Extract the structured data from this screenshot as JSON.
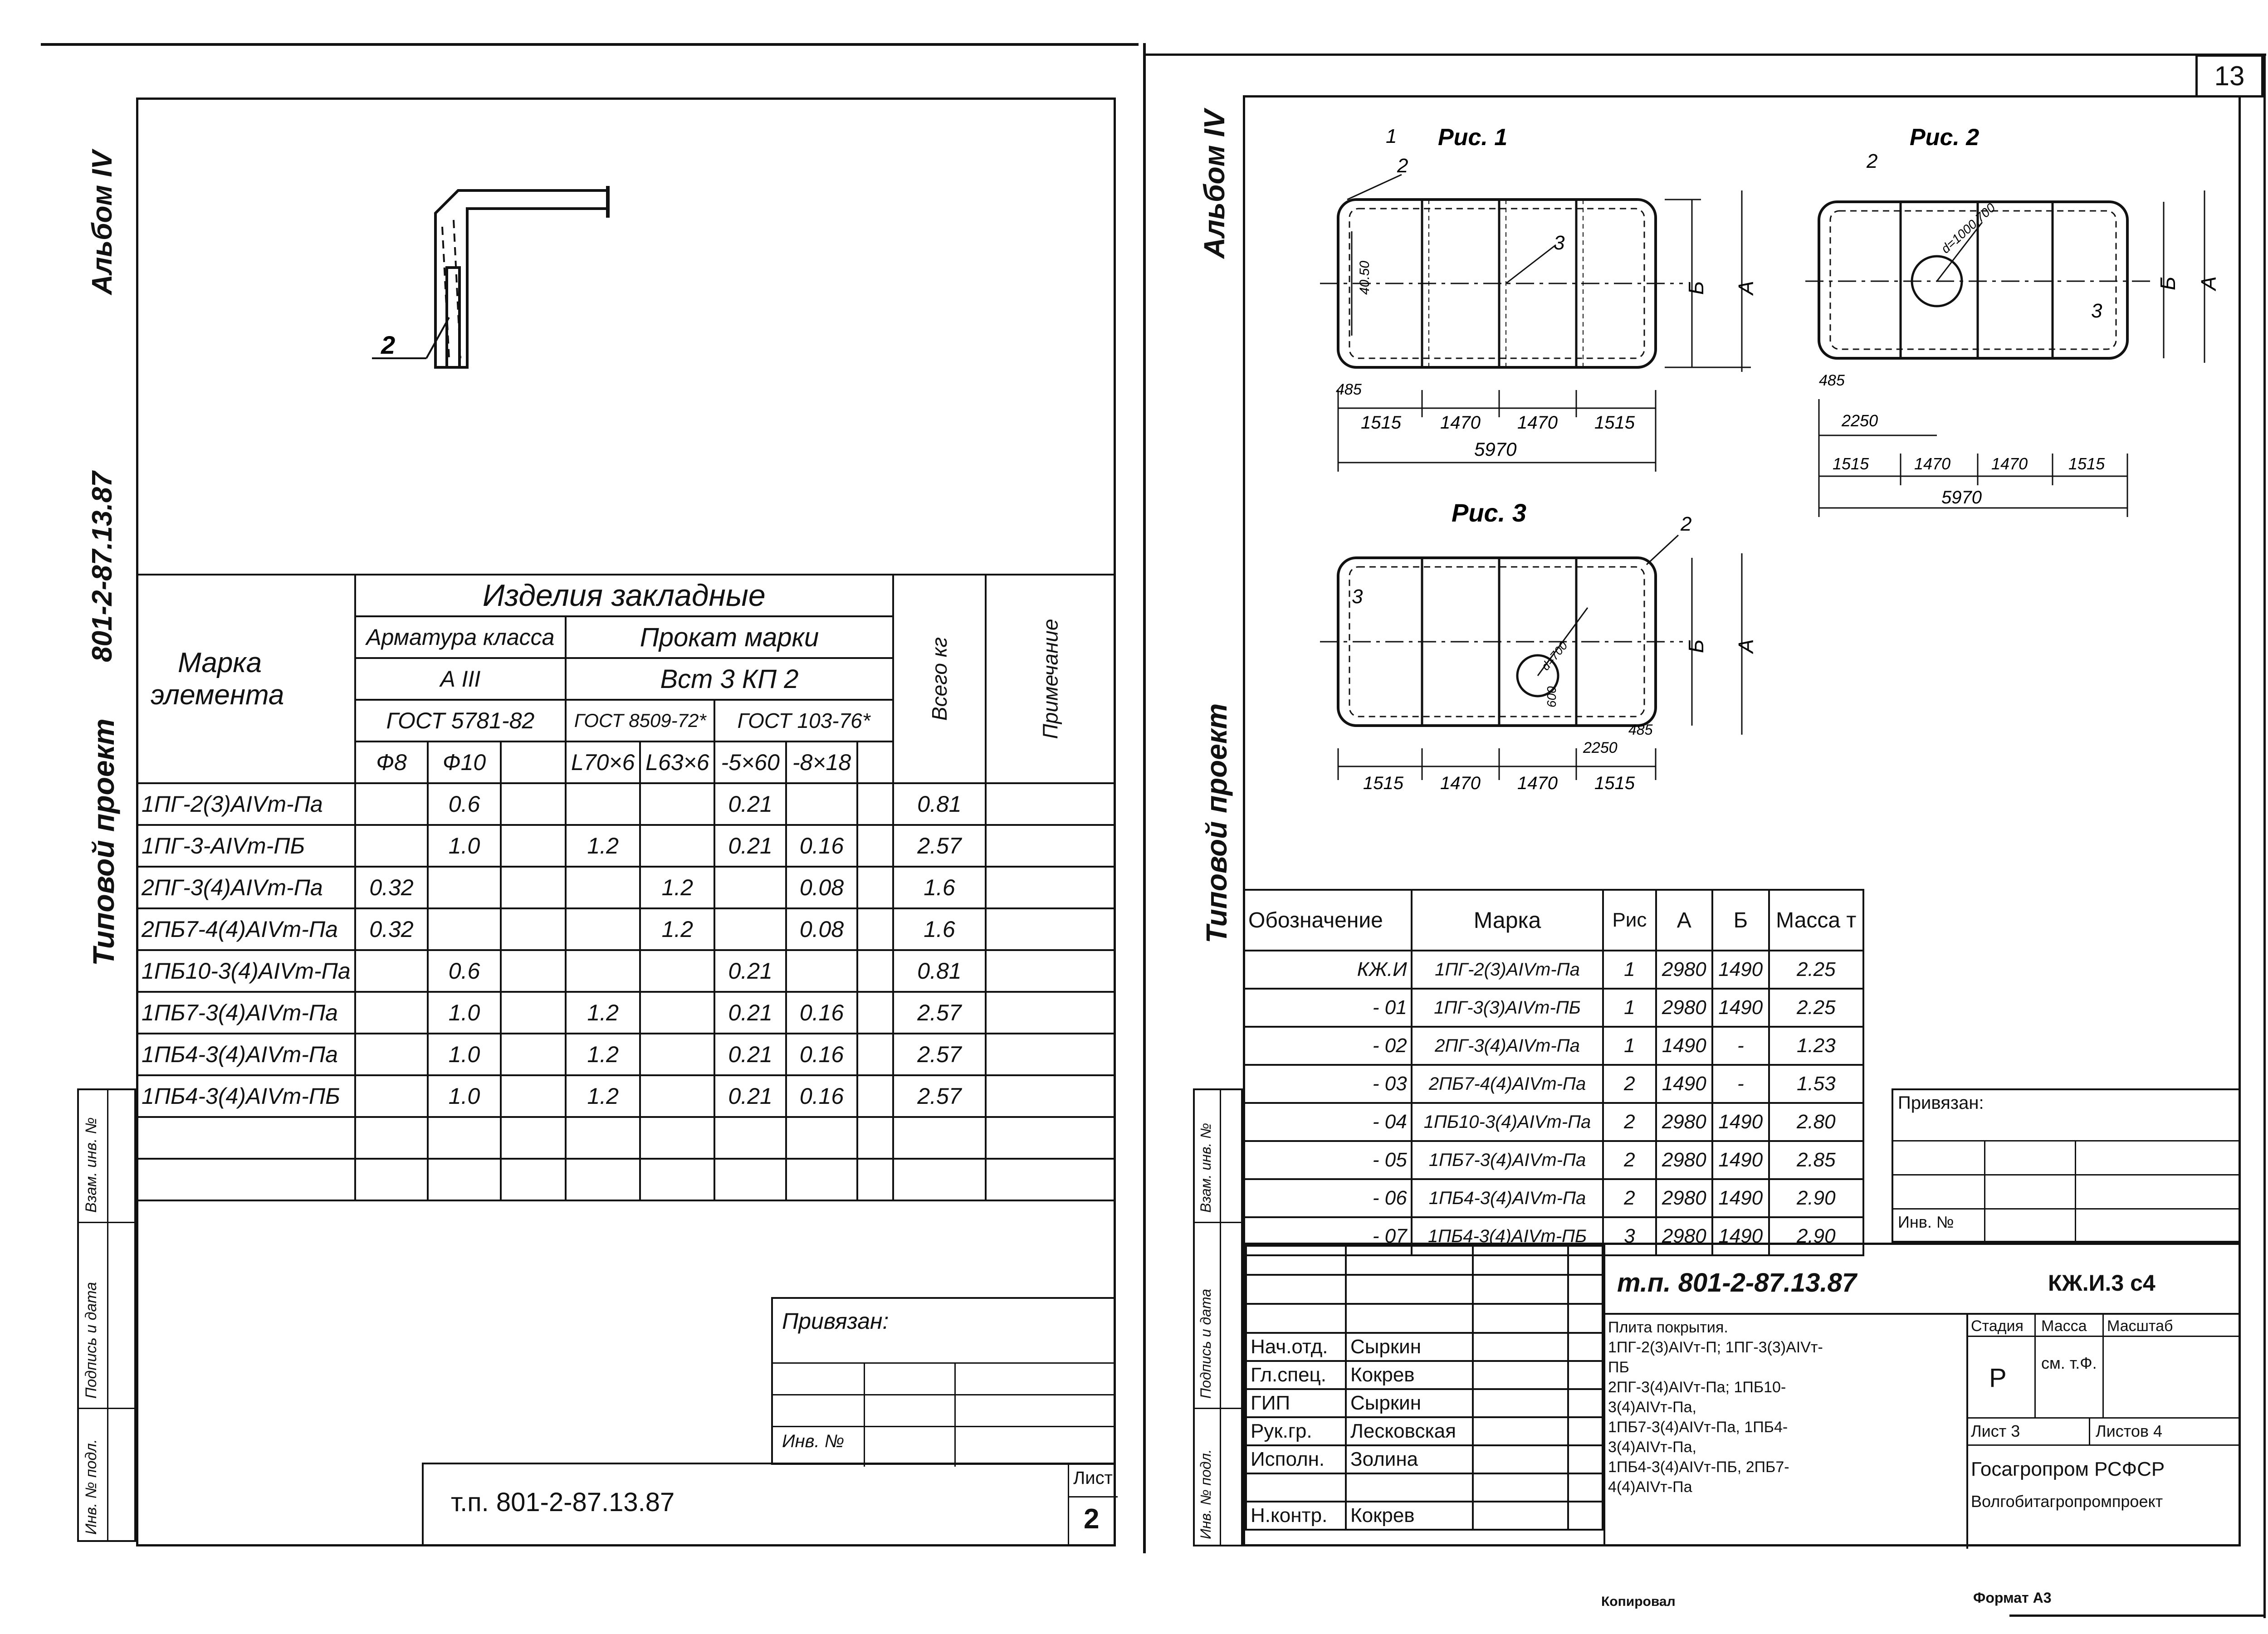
{
  "page_number": "13",
  "left_sheet": {
    "spine_album": "Альбом IV",
    "spine_code": "801-2-87.13.87",
    "spine_series": "Типовой проект",
    "detail_callout": "2",
    "table": {
      "header_group": "Изделия закладные",
      "col_mark": [
        "Марка",
        "элемента"
      ],
      "armature": "Арматура класса",
      "armature_class": "А III",
      "armature_gost": "ГОСТ 5781-82",
      "rolled": "Прокат марки",
      "rolled_grade": "Вст 3 КП 2",
      "rolled_gost_1": "ГОСТ 8509-72*",
      "rolled_gost_2": "ГОСТ 103-76*",
      "sub_cols": [
        "Ф8",
        "Ф10",
        "",
        "L70×6",
        "L63×6",
        "-5×60",
        "-8×18",
        ""
      ],
      "total": "Всего кг",
      "note": "Примечание",
      "rows": [
        {
          "mark": "1ПГ-2(3)АIVт-Па",
          "c": [
            "",
            "0.6",
            "",
            "",
            "",
            "0.21",
            "",
            ""
          ],
          "total": "0.81"
        },
        {
          "mark": "1ПГ-3-АIVт-ПБ",
          "c": [
            "",
            "1.0",
            "",
            "1.2",
            "",
            "0.21",
            "0.16",
            ""
          ],
          "total": "2.57"
        },
        {
          "mark": "2ПГ-3(4)АIVт-Па",
          "c": [
            "0.32",
            "",
            "",
            "",
            "1.2",
            "",
            "0.08",
            ""
          ],
          "total": "1.6"
        },
        {
          "mark": "2ПБ7-4(4)АIVт-Па",
          "c": [
            "0.32",
            "",
            "",
            "",
            "1.2",
            "",
            "0.08",
            ""
          ],
          "total": "1.6"
        },
        {
          "mark": "1ПБ10-3(4)АIVт-Па",
          "c": [
            "",
            "0.6",
            "",
            "",
            "",
            "0.21",
            "",
            ""
          ],
          "total": "0.81"
        },
        {
          "mark": "1ПБ7-3(4)АIVт-Па",
          "c": [
            "",
            "1.0",
            "",
            "1.2",
            "",
            "0.21",
            "0.16",
            ""
          ],
          "total": "2.57"
        },
        {
          "mark": "1ПБ4-3(4)АIVт-Па",
          "c": [
            "",
            "1.0",
            "",
            "1.2",
            "",
            "0.21",
            "0.16",
            ""
          ],
          "total": "2.57"
        },
        {
          "mark": "1ПБ4-3(4)АIVт-ПБ",
          "c": [
            "",
            "1.0",
            "",
            "1.2",
            "",
            "0.21",
            "0.16",
            ""
          ],
          "total": "2.57"
        }
      ]
    },
    "side_stamp": [
      "Взам. инв. №",
      "Подпись и дата",
      "Инв. № подл."
    ],
    "privyazan": "Привязан:",
    "inv_no": "Инв. №",
    "bottom_code": "т.п. 801-2-87.13.87",
    "sheet_label": "Лист",
    "sheet_no": "2"
  },
  "right_sheet": {
    "spine_album": "Альбом IV",
    "spine_series": "Типовой проект",
    "fig1": {
      "title": "Рис. 1",
      "dims_bottom": [
        "1515",
        "1470",
        "1470",
        "1515"
      ],
      "total": "5970",
      "dim_485": "485",
      "dim_h": "40.50",
      "callouts": [
        "1",
        "2",
        "3"
      ],
      "letters": [
        "Б",
        "А"
      ]
    },
    "fig2": {
      "title": "Рис. 2",
      "dims_bottom": [
        "1515",
        "1470",
        "1470",
        "1515"
      ],
      "total": "5970",
      "dim_485": "485",
      "dim_2250": "2250",
      "hole": "d=1000,700",
      "callouts": [
        "2",
        "3"
      ],
      "letters": [
        "Б",
        "А"
      ]
    },
    "fig3": {
      "title": "Рис. 3",
      "dims_bottom": [
        "1515",
        "1470",
        "1470",
        "1515"
      ],
      "dim_2250": "2250",
      "dim_485": "485",
      "dim_600": "600",
      "hole": "d=700",
      "callouts": [
        "2",
        "3"
      ],
      "letters": [
        "Б",
        "А"
      ]
    },
    "spec": {
      "headers": [
        "Обозначение",
        "Марка",
        "Рис",
        "А",
        "Б",
        "Масса т"
      ],
      "rows": [
        [
          "КЖ.И",
          "1ПГ-2(3)АIVт-Па",
          "1",
          "2980",
          "1490",
          "2.25"
        ],
        [
          "- 01",
          "1ПГ-3(3)АIVт-ПБ",
          "1",
          "2980",
          "1490",
          "2.25"
        ],
        [
          "- 02",
          "2ПГ-3(4)АIVт-Па",
          "1",
          "1490",
          "-",
          "1.23"
        ],
        [
          "- 03",
          "2ПБ7-4(4)АIVт-Па",
          "2",
          "1490",
          "-",
          "1.53"
        ],
        [
          "- 04",
          "1ПБ10-3(4)АIVт-Па",
          "2",
          "2980",
          "1490",
          "2.80"
        ],
        [
          "- 05",
          "1ПБ7-3(4)АIVт-Па",
          "2",
          "2980",
          "1490",
          "2.85"
        ],
        [
          "- 06",
          "1ПБ4-3(4)АIVт-Па",
          "2",
          "2980",
          "1490",
          "2.90"
        ],
        [
          "- 07",
          "1ПБ4-3(4)АIVт-ПБ",
          "3",
          "2980",
          "1490",
          "2.90"
        ]
      ]
    },
    "side_stamp": [
      "Взам. инв. №",
      "Подпись и дата",
      "Инв. № подл."
    ],
    "privyazan": "Привязан:",
    "inv_no": "Инв. №",
    "title_block": {
      "code": "т.п. 801-2-87.13.87",
      "doc": "КЖ.И.3 с4",
      "people": [
        [
          "Нач.отд.",
          "Сыркин"
        ],
        [
          "Гл.спец.",
          "Кокрев"
        ],
        [
          "ГИП",
          "Сыркин"
        ],
        [
          "Рук.гр.",
          "Лесковская"
        ],
        [
          "Исполн.",
          "Золина"
        ],
        [
          "",
          ""
        ],
        [
          "Н.контр.",
          "Кокрев"
        ]
      ],
      "description": [
        "Плита покрытия.",
        "1ПГ-2(3)АIVт-П; 1ПГ-3(3)АIVт-ПБ",
        "2ПГ-3(4)АIVт-Па; 1ПБ10-3(4)АIVт-Па,",
        "1ПБ7-3(4)АIVт-Па, 1ПБ4-3(4)АIVт-Па,",
        "1ПБ4-3(4)АIVт-ПБ, 2ПБ7-4(4)АIVт-Па"
      ],
      "stage_h": "Стадия",
      "mass_h": "Масса",
      "scale_h": "Масштаб",
      "stage": "Р",
      "mass_note": "см. т.Ф.",
      "sheet": "Лист 3",
      "sheets": "Листов 4",
      "org1": "Госагропром РСФСР",
      "org2": "Волгобитагропромпроект"
    },
    "copied": "Копировал",
    "format": "Формат А3"
  }
}
